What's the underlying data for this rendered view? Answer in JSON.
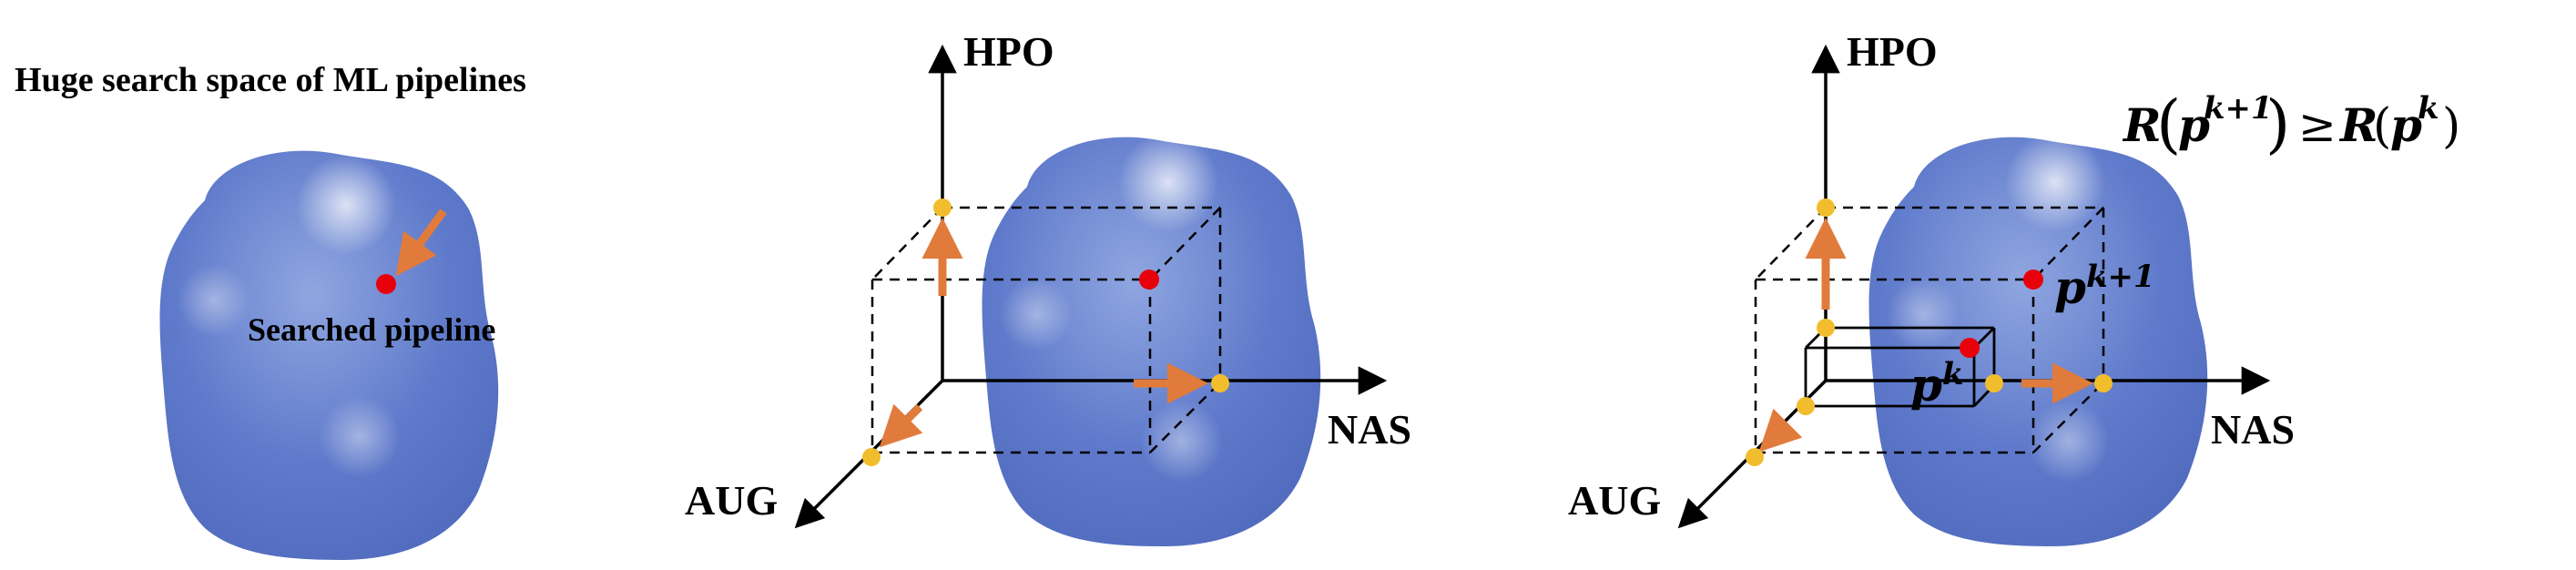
{
  "panel1": {
    "title": "Huge search space of ML pipelines",
    "searched_label": "Searched pipeline"
  },
  "panel2": {
    "axis_y": "HPO",
    "axis_x": "NAS",
    "axis_z": "AUG"
  },
  "panel3": {
    "axis_y": "HPO",
    "axis_x": "NAS",
    "axis_z": "AUG",
    "formula": {
      "r1": "R",
      "p1": "p",
      "exp1": "k+1",
      "geq": "≥",
      "r2": "R",
      "p2": "p",
      "exp2": "k"
    },
    "point_next": {
      "base": "p",
      "sup": "k+1"
    },
    "point_curr": {
      "base": "p",
      "sup": "k"
    }
  },
  "colors": {
    "blob_main": "#5b76c8",
    "blob_light": "#8fa6e0",
    "dot_red": "#e8000b",
    "dot_yellow": "#f2bd2c",
    "arrow_orange": "#e07b3c",
    "line": "#000000"
  },
  "icons": {
    "search_space": "blob-shape",
    "arrows": "orange-arrow"
  }
}
